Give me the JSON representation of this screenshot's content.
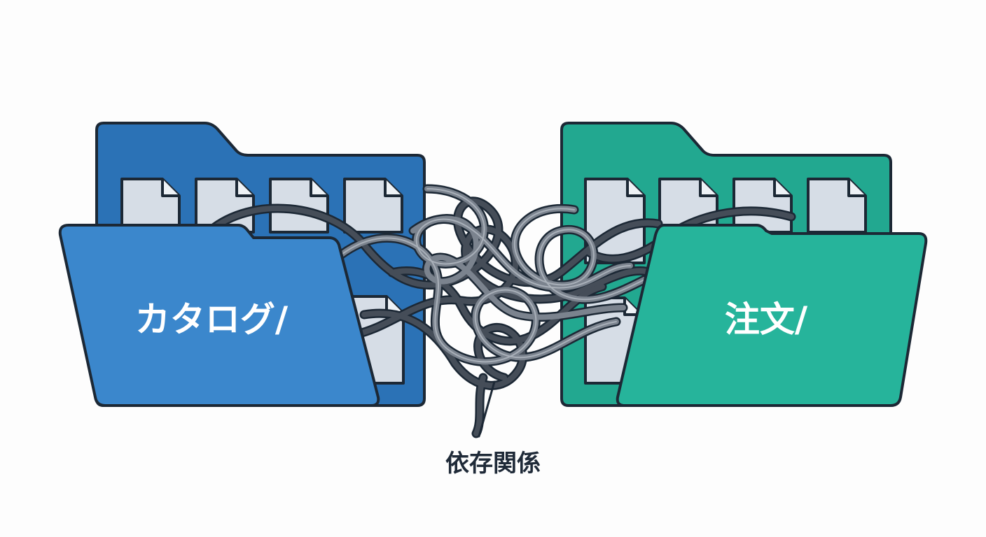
{
  "folders": {
    "left": {
      "label": "カタログ/",
      "color_back": "#2b72b6",
      "color_front": "#3b87cc"
    },
    "right": {
      "label": "注文/",
      "color_back": "#22a890",
      "color_front": "#26b49b"
    }
  },
  "connector": {
    "label": "依存関係",
    "cable_dark": "#454d58",
    "cable_light": "#7b838e"
  },
  "colors": {
    "outline": "#1c2835",
    "page_fill": "#d6dde6",
    "page_fold": "#eef2f6",
    "background": "#fdfdfd"
  },
  "icons": {
    "file": "file-icon",
    "folder": "folder-icon"
  }
}
